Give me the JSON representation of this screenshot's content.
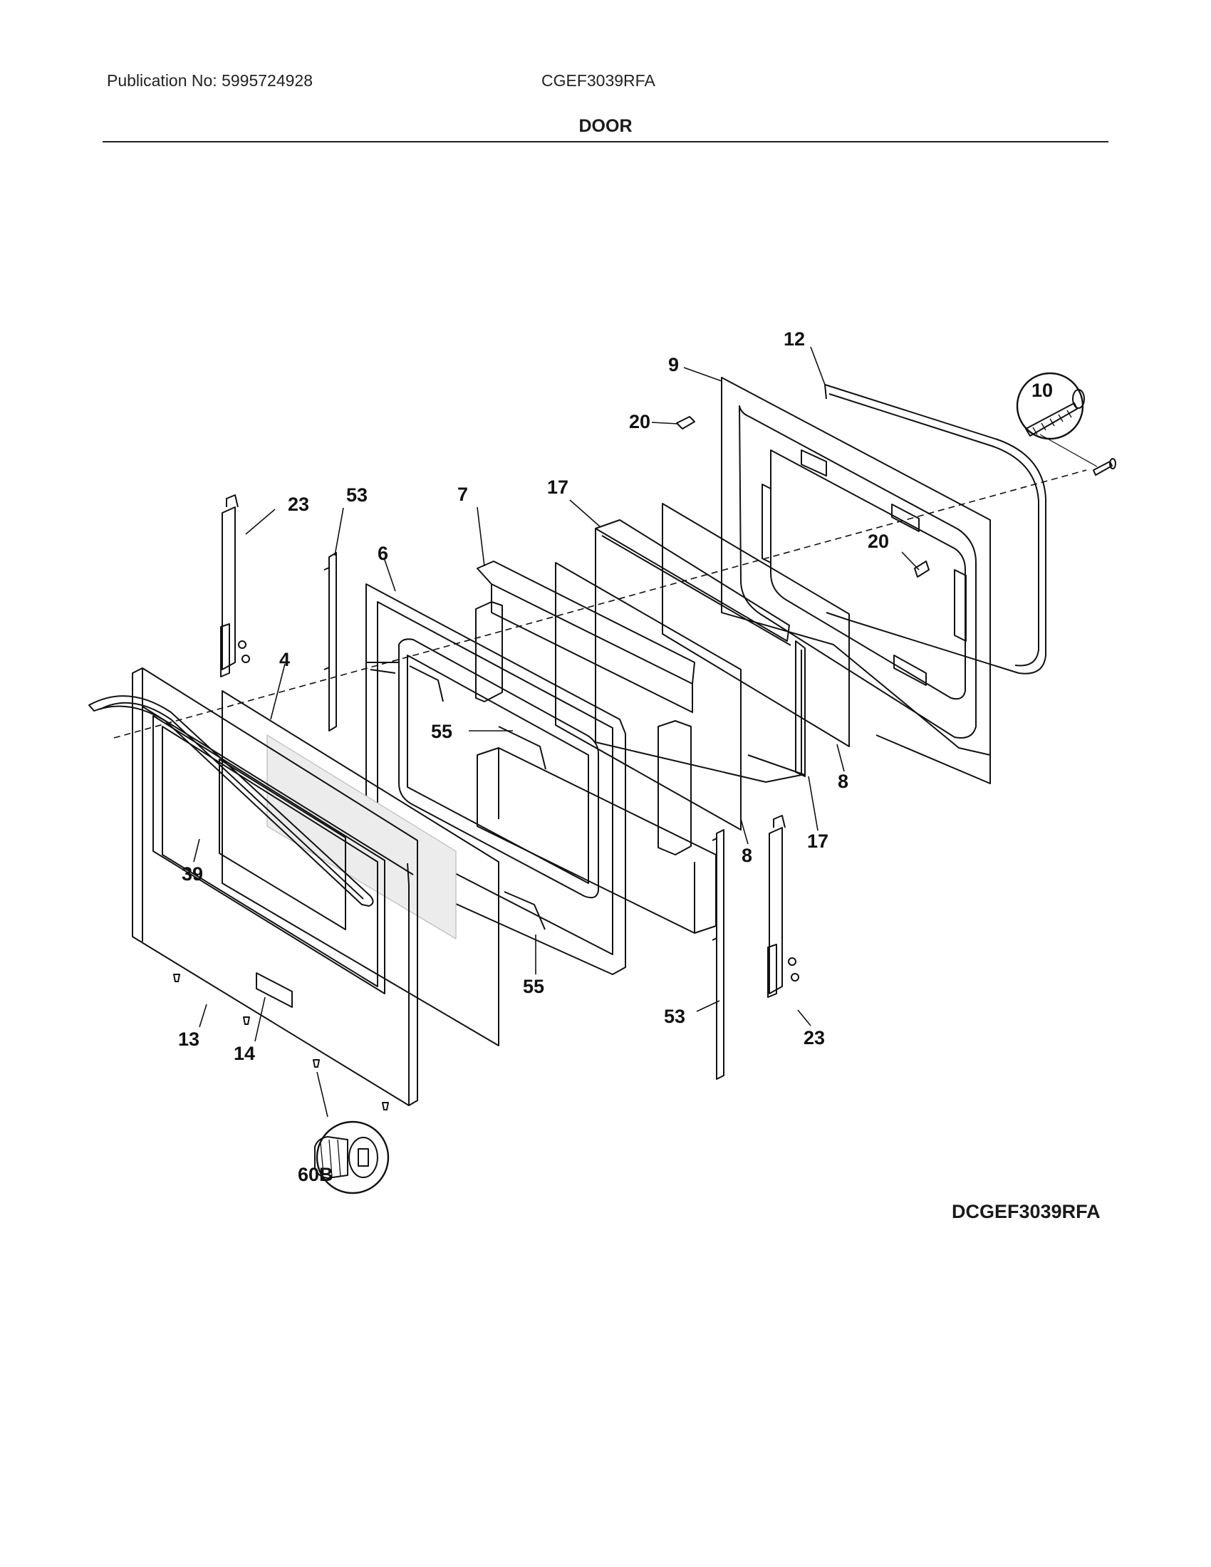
{
  "header": {
    "publication": "Publication No: 5995724928",
    "model": "CGEF3039RFA",
    "section": "DOOR"
  },
  "diagram_code": "DCGEF3039RFA",
  "callouts": [
    "12",
    "9",
    "20",
    "10",
    "23",
    "53",
    "7",
    "17",
    "6",
    "20",
    "4",
    "55",
    "8",
    "39",
    "17",
    "8",
    "55",
    "53",
    "23",
    "13",
    "14",
    "60B"
  ]
}
